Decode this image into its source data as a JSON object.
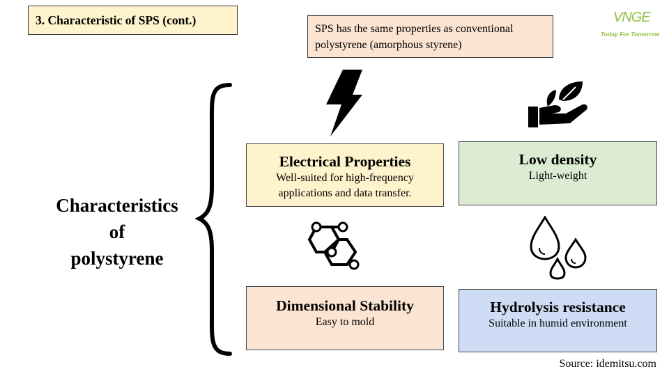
{
  "section_title": "3. Characteristic of SPS (cont.)",
  "note": "SPS has the same properties as conventional polystyrene (amorphous styrene)",
  "logo": {
    "name": "VNGE",
    "tagline": "Today For Tomorrow",
    "accent": "#8fbf3c"
  },
  "main_title": [
    "Characteristics",
    "of",
    "polystyrene"
  ],
  "cards": [
    {
      "title": "Electrical Properties",
      "body": [
        "Well-suited for high-frequency",
        "applications and data transfer."
      ],
      "icon": "lightning-icon",
      "color": "#fef3cd"
    },
    {
      "title": "Low density",
      "body": [
        "Light-weight"
      ],
      "icon": "hand-leaf-icon",
      "color": "#dcecd3"
    },
    {
      "title": "Dimensional Stability",
      "body": [
        "Easy to mold"
      ],
      "icon": "molecule-icon",
      "color": "#fbe4d1"
    },
    {
      "title": "Hydrolysis resistance",
      "body": [
        "Suitable in humid environment"
      ],
      "icon": "water-drops-icon",
      "color": "#cfdcf5"
    }
  ],
  "source": "Source: idemitsu.com"
}
